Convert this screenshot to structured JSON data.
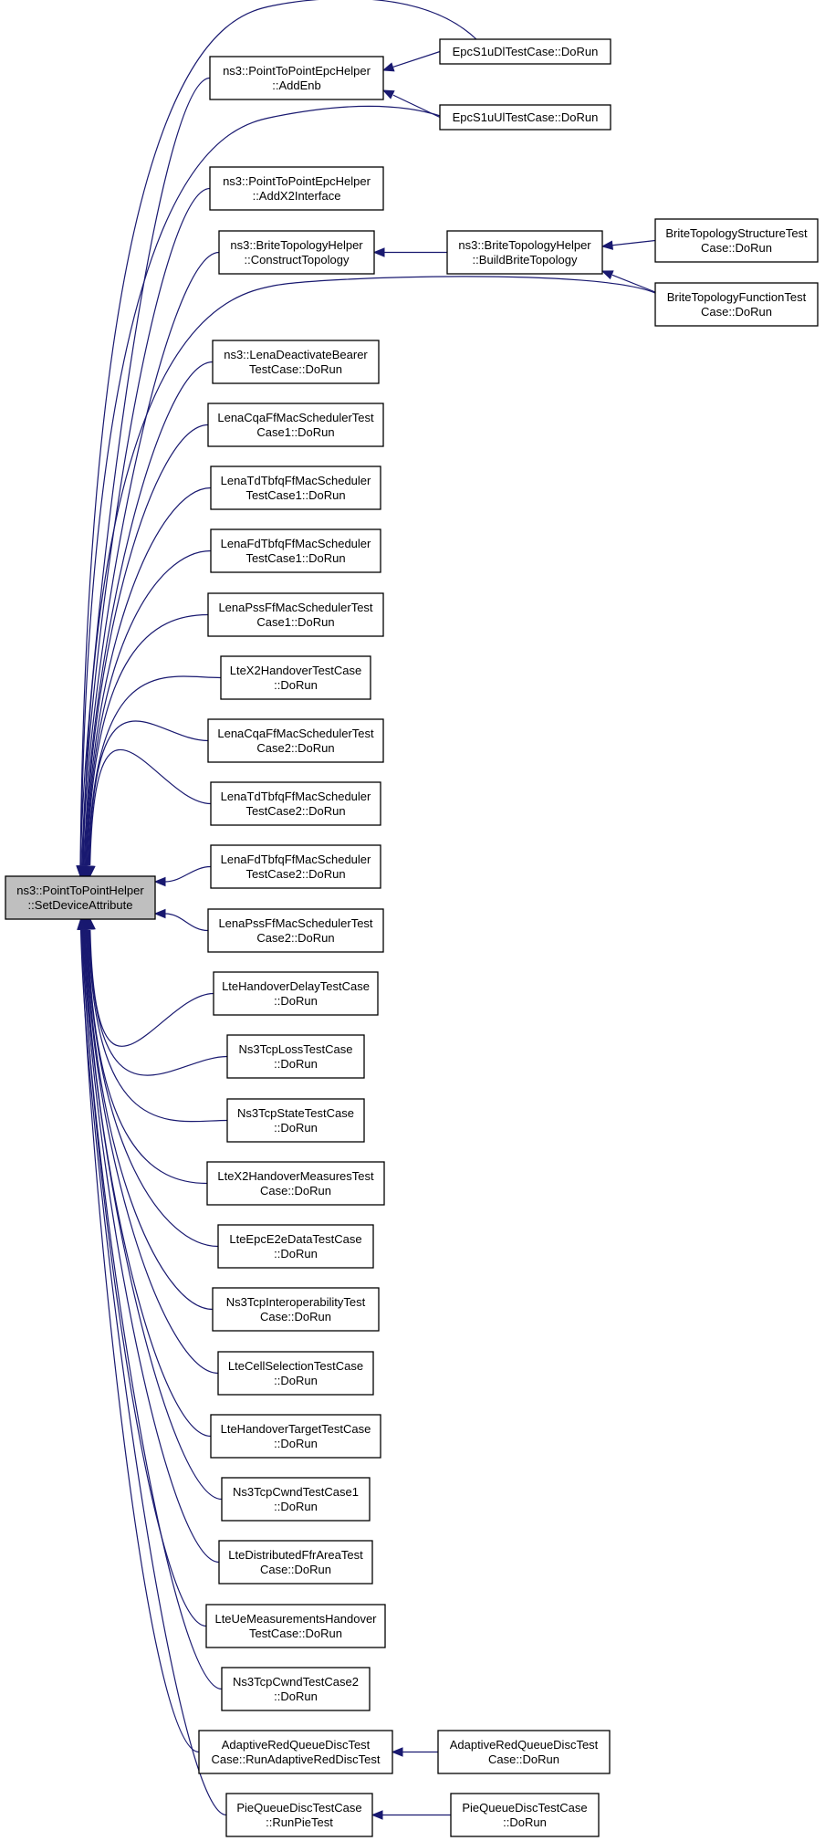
{
  "diagram": {
    "title": "",
    "root": "setdevattr",
    "nodes": [
      {
        "id": "setdevattr",
        "lines": [
          "ns3::PointToPointHelper",
          "::SetDeviceAttribute"
        ]
      },
      {
        "id": "addenb",
        "lines": [
          "ns3::PointToPointEpcHelper",
          "::AddEnb"
        ]
      },
      {
        "id": "epcdl",
        "lines": [
          "EpcS1uDlTestCase::DoRun"
        ]
      },
      {
        "id": "epcul",
        "lines": [
          "EpcS1uUlTestCase::DoRun"
        ]
      },
      {
        "id": "addx2",
        "lines": [
          "ns3::PointToPointEpcHelper",
          "::AddX2Interface"
        ]
      },
      {
        "id": "constructtopo",
        "lines": [
          "ns3::BriteTopologyHelper",
          "::ConstructTopology"
        ]
      },
      {
        "id": "buildbrite",
        "lines": [
          "ns3::BriteTopologyHelper",
          "::BuildBriteTopology"
        ]
      },
      {
        "id": "britestruct",
        "lines": [
          "BriteTopologyStructureTest",
          "Case::DoRun"
        ]
      },
      {
        "id": "britefunc",
        "lines": [
          "BriteTopologyFunctionTest",
          "Case::DoRun"
        ]
      },
      {
        "id": "lenadeact",
        "lines": [
          "ns3::LenaDeactivateBearer",
          "TestCase::DoRun"
        ]
      },
      {
        "id": "cqa1",
        "lines": [
          "LenaCqaFfMacSchedulerTest",
          "Case1::DoRun"
        ]
      },
      {
        "id": "tdtbfq1",
        "lines": [
          "LenaTdTbfqFfMacScheduler",
          "TestCase1::DoRun"
        ]
      },
      {
        "id": "fdtbfq1",
        "lines": [
          "LenaFdTbfqFfMacScheduler",
          "TestCase1::DoRun"
        ]
      },
      {
        "id": "pss1",
        "lines": [
          "LenaPssFfMacSchedulerTest",
          "Case1::DoRun"
        ]
      },
      {
        "id": "ltex2ho",
        "lines": [
          "LteX2HandoverTestCase",
          "::DoRun"
        ]
      },
      {
        "id": "cqa2",
        "lines": [
          "LenaCqaFfMacSchedulerTest",
          "Case2::DoRun"
        ]
      },
      {
        "id": "tdtbfq2",
        "lines": [
          "LenaTdTbfqFfMacScheduler",
          "TestCase2::DoRun"
        ]
      },
      {
        "id": "fdtbfq2",
        "lines": [
          "LenaFdTbfqFfMacScheduler",
          "TestCase2::DoRun"
        ]
      },
      {
        "id": "pss2",
        "lines": [
          "LenaPssFfMacSchedulerTest",
          "Case2::DoRun"
        ]
      },
      {
        "id": "hodelay",
        "lines": [
          "LteHandoverDelayTestCase",
          "::DoRun"
        ]
      },
      {
        "id": "tcploss",
        "lines": [
          "Ns3TcpLossTestCase",
          "::DoRun"
        ]
      },
      {
        "id": "tcpstate",
        "lines": [
          "Ns3TcpStateTestCase",
          "::DoRun"
        ]
      },
      {
        "id": "x2measures",
        "lines": [
          "LteX2HandoverMeasuresTest",
          "Case::DoRun"
        ]
      },
      {
        "id": "epce2e",
        "lines": [
          "LteEpcE2eDataTestCase",
          "::DoRun"
        ]
      },
      {
        "id": "tcpinterop",
        "lines": [
          "Ns3TcpInteroperabilityTest",
          "Case::DoRun"
        ]
      },
      {
        "id": "cellsel",
        "lines": [
          "LteCellSelectionTestCase",
          "::DoRun"
        ]
      },
      {
        "id": "hotarget",
        "lines": [
          "LteHandoverTargetTestCase",
          "::DoRun"
        ]
      },
      {
        "id": "cwnd1",
        "lines": [
          "Ns3TcpCwndTestCase1",
          "::DoRun"
        ]
      },
      {
        "id": "distffr",
        "lines": [
          "LteDistributedFfrAreaTest",
          "Case::DoRun"
        ]
      },
      {
        "id": "uemeas",
        "lines": [
          "LteUeMeasurementsHandover",
          "TestCase::DoRun"
        ]
      },
      {
        "id": "cwnd2",
        "lines": [
          "Ns3TcpCwndTestCase2",
          "::DoRun"
        ]
      },
      {
        "id": "aredrun",
        "lines": [
          "AdaptiveRedQueueDiscTest",
          "Case::RunAdaptiveRedDiscTest"
        ]
      },
      {
        "id": "areddorun",
        "lines": [
          "AdaptiveRedQueueDiscTest",
          "Case::DoRun"
        ]
      },
      {
        "id": "pierun",
        "lines": [
          "PieQueueDiscTestCase",
          "::RunPieTest"
        ]
      },
      {
        "id": "piedorun",
        "lines": [
          "PieQueueDiscTestCase",
          "::DoRun"
        ]
      }
    ],
    "edges": [
      {
        "from": "epcdl",
        "to": "setdevattr"
      },
      {
        "from": "addenb",
        "to": "setdevattr"
      },
      {
        "from": "epcdl",
        "to": "addenb"
      },
      {
        "from": "epcul",
        "to": "addenb"
      },
      {
        "from": "epcul",
        "to": "setdevattr"
      },
      {
        "from": "addx2",
        "to": "setdevattr"
      },
      {
        "from": "constructtopo",
        "to": "setdevattr"
      },
      {
        "from": "buildbrite",
        "to": "constructtopo"
      },
      {
        "from": "britestruct",
        "to": "buildbrite"
      },
      {
        "from": "britefunc",
        "to": "buildbrite"
      },
      {
        "from": "britefunc",
        "to": "setdevattr"
      },
      {
        "from": "lenadeact",
        "to": "setdevattr"
      },
      {
        "from": "cqa1",
        "to": "setdevattr"
      },
      {
        "from": "tdtbfq1",
        "to": "setdevattr"
      },
      {
        "from": "fdtbfq1",
        "to": "setdevattr"
      },
      {
        "from": "pss1",
        "to": "setdevattr"
      },
      {
        "from": "ltex2ho",
        "to": "setdevattr"
      },
      {
        "from": "cqa2",
        "to": "setdevattr"
      },
      {
        "from": "tdtbfq2",
        "to": "setdevattr"
      },
      {
        "from": "fdtbfq2",
        "to": "setdevattr"
      },
      {
        "from": "pss2",
        "to": "setdevattr"
      },
      {
        "from": "hodelay",
        "to": "setdevattr"
      },
      {
        "from": "tcploss",
        "to": "setdevattr"
      },
      {
        "from": "tcpstate",
        "to": "setdevattr"
      },
      {
        "from": "x2measures",
        "to": "setdevattr"
      },
      {
        "from": "epce2e",
        "to": "setdevattr"
      },
      {
        "from": "tcpinterop",
        "to": "setdevattr"
      },
      {
        "from": "cellsel",
        "to": "setdevattr"
      },
      {
        "from": "hotarget",
        "to": "setdevattr"
      },
      {
        "from": "cwnd1",
        "to": "setdevattr"
      },
      {
        "from": "distffr",
        "to": "setdevattr"
      },
      {
        "from": "uemeas",
        "to": "setdevattr"
      },
      {
        "from": "cwnd2",
        "to": "setdevattr"
      },
      {
        "from": "aredrun",
        "to": "setdevattr"
      },
      {
        "from": "areddorun",
        "to": "aredrun"
      },
      {
        "from": "pierun",
        "to": "setdevattr"
      },
      {
        "from": "piedorun",
        "to": "pierun"
      }
    ],
    "colors": {
      "edge": "#191970",
      "root_fill": "#bfbfbf",
      "node_fill": "#ffffff",
      "border": "#000000"
    }
  }
}
